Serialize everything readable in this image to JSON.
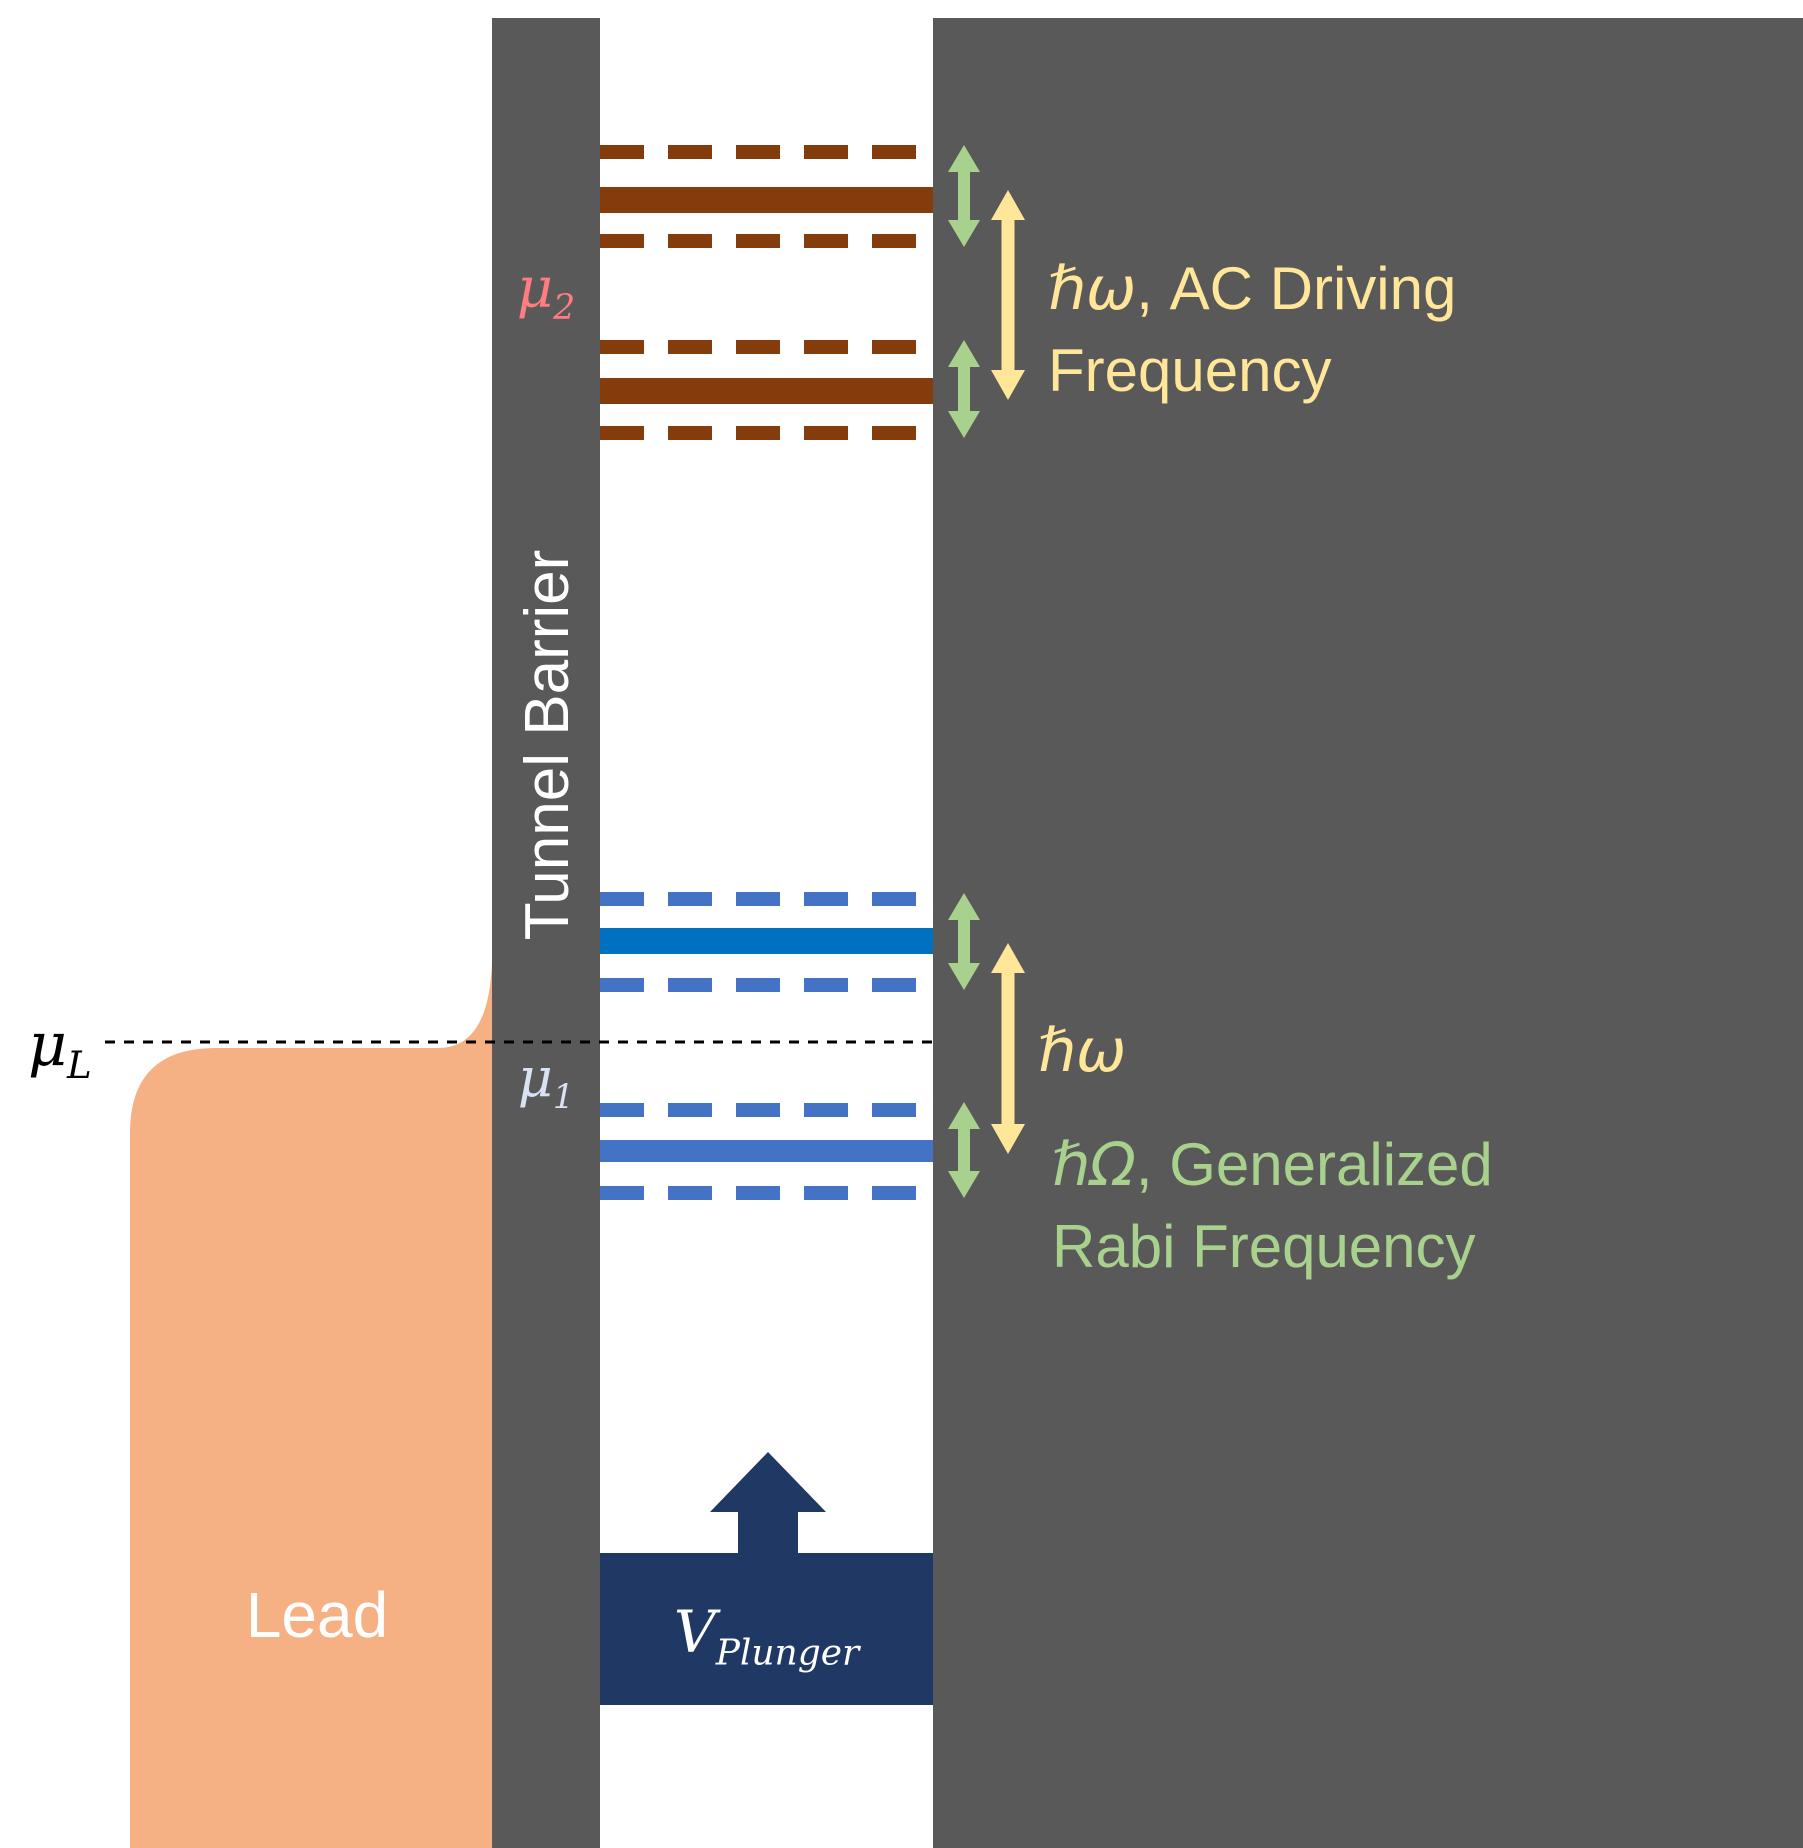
{
  "colors": {
    "barrier": "#595959",
    "lead": "#F5B183",
    "navy": "#1F3864",
    "brown": "#843C0C",
    "blue-bright": "#0070C0",
    "blue-mid": "#4472C4",
    "green": "#A9D18E",
    "yellow": "#FFE699",
    "pink": "#FF7C80",
    "pale-blue": "#D9E2F3",
    "white": "#FFFFFF",
    "black": "#000000"
  },
  "labels": {
    "lead": "Lead",
    "tunnel_barrier": "Tunnel Barrier",
    "mu": "μ",
    "mu_L_sub": "L",
    "mu_1_sub": "1",
    "mu_2_sub": "2",
    "v": "V",
    "v_sub": "Plunger",
    "ac_math": "ℏω",
    "ac_rest": ", AC Driving",
    "ac_line2": "Frequency",
    "hw_math": "ℏω",
    "rabi_math": "ℏΩ",
    "rabi_rest": ", Generalized",
    "rabi_line2": "Rabi Frequency"
  }
}
